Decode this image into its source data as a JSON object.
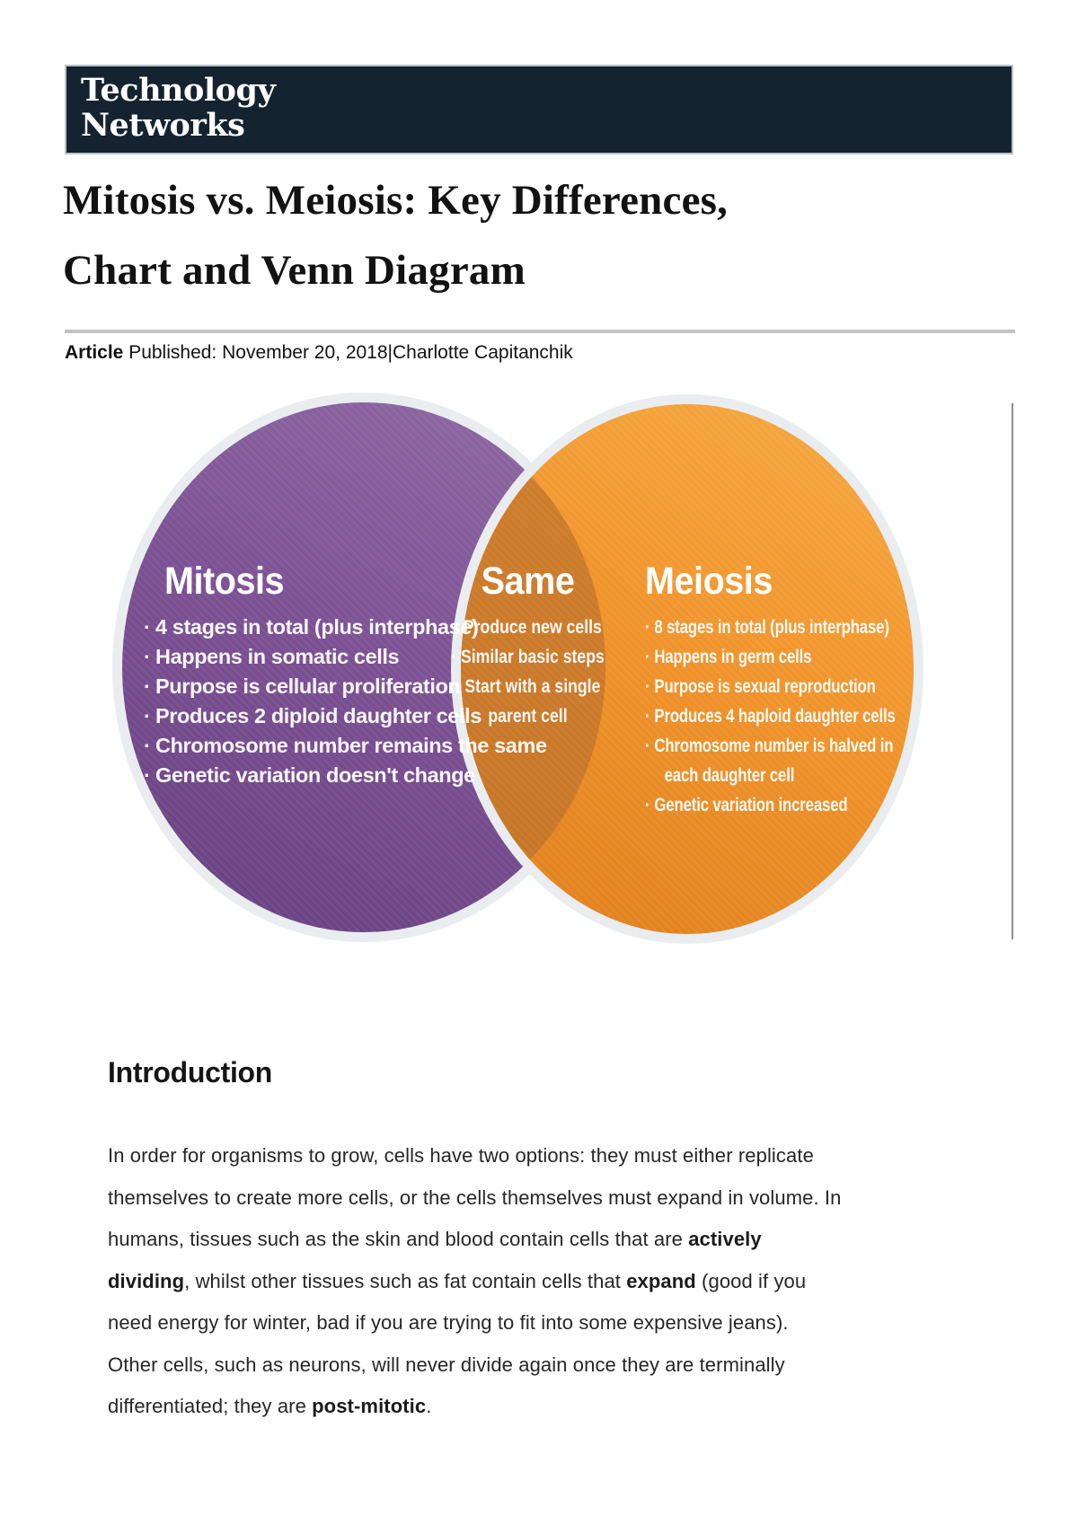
{
  "header": {
    "logo_line1": "Technology",
    "logo_line2": "Networks",
    "bg_color": "#14232f"
  },
  "article": {
    "title_line1": "Mitosis vs. Meiosis: Key Differences,",
    "title_line2": "Chart and Venn Diagram",
    "byline_label": "Article",
    "byline_rest": " Published: November 20, 2018|Charlotte Capitanchik"
  },
  "venn": {
    "colors": {
      "purple": "#7c5194",
      "orange": "#f0932b",
      "overlap": "#c97829",
      "ring": "#e9edf0"
    },
    "left": {
      "title": "Mitosis",
      "items": [
        {
          "text": "4 stages in total (plus interphase)",
          "bullet": true
        },
        {
          "text": "Happens in somatic cells",
          "bullet": true
        },
        {
          "text": "Purpose is cellular proliferation",
          "bullet": true
        },
        {
          "text": "Produces 2 diploid daughter cells",
          "bullet": true
        },
        {
          "text": "Chromosome number remains the same",
          "bullet": true
        },
        {
          "text": "Genetic variation doesn't change",
          "bullet": true
        }
      ]
    },
    "middle": {
      "title": "Same",
      "items": [
        {
          "text": "Produce new cells",
          "bullet": true
        },
        {
          "text": "Similar basic steps",
          "bullet": true
        },
        {
          "text": "Start with a single",
          "bullet": true
        },
        {
          "text": "parent cell",
          "bullet": false
        }
      ]
    },
    "right": {
      "title": "Meiosis",
      "items": [
        {
          "text": "8 stages in total (plus interphase)",
          "bullet": true
        },
        {
          "text": "Happens in germ cells",
          "bullet": true
        },
        {
          "text": "Purpose is sexual reproduction",
          "bullet": true
        },
        {
          "text": "Produces 4 haploid daughter cells",
          "bullet": true
        },
        {
          "text": "Chromosome number is halved in",
          "bullet": true
        },
        {
          "text": "each daughter cell",
          "bullet": false
        },
        {
          "text": "Genetic variation increased",
          "bullet": true
        }
      ]
    }
  },
  "intro": {
    "heading": "Introduction",
    "lines": [
      [
        {
          "text": "In order for organisms to grow, cells have two options: they must either replicate",
          "bold": false
        }
      ],
      [
        {
          "text": "themselves to create more cells, or the cells themselves must expand in volume. In",
          "bold": false
        }
      ],
      [
        {
          "text": "humans, tissues such as the skin and blood contain cells that are ",
          "bold": false
        },
        {
          "text": "actively",
          "bold": true
        }
      ],
      [
        {
          "text": "dividing",
          "bold": true
        },
        {
          "text": ", whilst other tissues such as fat contain cells that ",
          "bold": false
        },
        {
          "text": "expand",
          "bold": true
        },
        {
          "text": " (good if you",
          "bold": false
        }
      ],
      [
        {
          "text": "need energy for winter, bad if you are trying to fit into some expensive jeans).",
          "bold": false
        }
      ],
      [
        {
          "text": "Other cells, such as neurons, will never divide again once they are terminally",
          "bold": false
        }
      ],
      [
        {
          "text": "differentiated; they are ",
          "bold": false
        },
        {
          "text": "post-mitotic",
          "bold": true
        },
        {
          "text": ".",
          "bold": false
        }
      ]
    ]
  }
}
